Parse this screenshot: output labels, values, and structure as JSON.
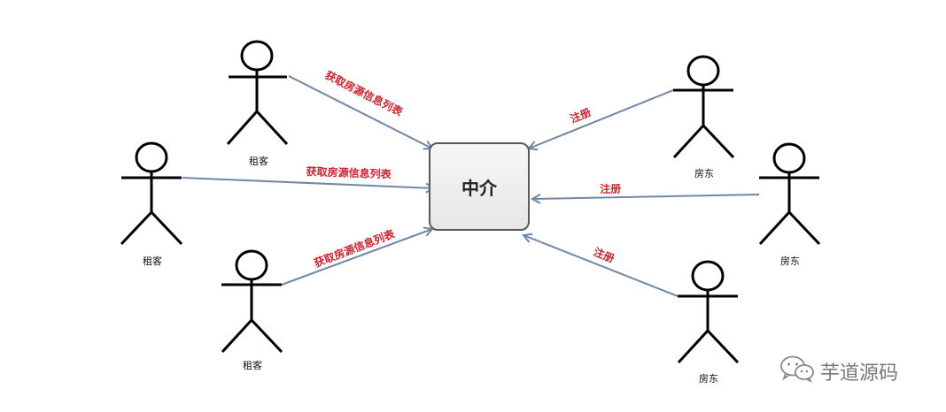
{
  "center": {
    "label": "中介"
  },
  "tenants": [
    {
      "label": "租客",
      "edge_label": "获取房源信息列表"
    },
    {
      "label": "租客",
      "edge_label": "获取房源信息列表"
    },
    {
      "label": "租客",
      "edge_label": "获取房源信息列表"
    }
  ],
  "landlords": [
    {
      "label": "房东",
      "edge_label": "注册"
    },
    {
      "label": "房东",
      "edge_label": "注册"
    },
    {
      "label": "房东",
      "edge_label": "注册"
    }
  ],
  "watermark": {
    "text": "芋道源码",
    "icon": "wechat-icon"
  },
  "colors": {
    "arrow": "#6f87a6",
    "edge_label": "#d0222e",
    "actor": "#000000"
  }
}
